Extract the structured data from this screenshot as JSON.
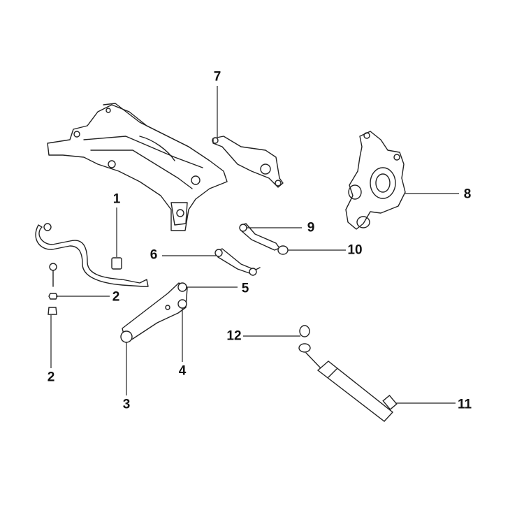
{
  "diagram": {
    "callouts": [
      {
        "id": "1",
        "part": "stabilizer-bushing"
      },
      {
        "id": "2",
        "part": "stabilizer-link-nut-upper"
      },
      {
        "id": "2",
        "part": "stabilizer-link-nut-lower"
      },
      {
        "id": "3",
        "part": "lower-arm-front-bushing"
      },
      {
        "id": "4",
        "part": "lower-arm-rear-bushing"
      },
      {
        "id": "5",
        "part": "lower-arm-bushing"
      },
      {
        "id": "6",
        "part": "toe-control-arm"
      },
      {
        "id": "7",
        "part": "trailing-upper-arm"
      },
      {
        "id": "8",
        "part": "knuckle"
      },
      {
        "id": "9",
        "part": "upper-arm-bushing"
      },
      {
        "id": "10",
        "part": "upper-arm-outer-bushing"
      },
      {
        "id": "11",
        "part": "shock-absorber"
      },
      {
        "id": "12",
        "part": "shock-mount-bushing"
      }
    ]
  }
}
